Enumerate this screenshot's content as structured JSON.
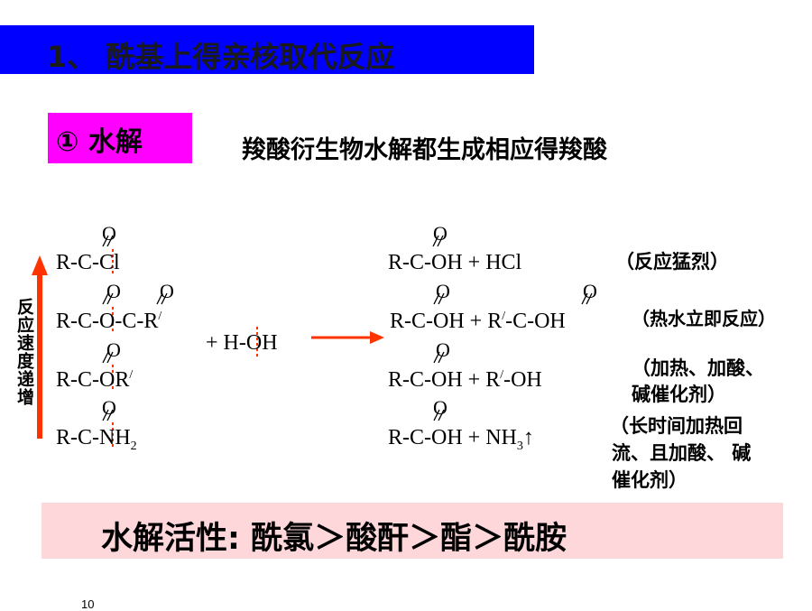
{
  "title": "1、  酰基上得亲核取代反应",
  "subtitle": {
    "label": "①  水解",
    "description": "羧酸衍生物水解都生成相应得羧酸"
  },
  "vertical_label": "反应速度递增",
  "oxygen": "O",
  "reactants": {
    "r1": "R-C-Cl",
    "r2_main": "R-C-O-C-R",
    "r2_prime": "/",
    "r3_main": "R-C-OR",
    "r3_prime": "/",
    "r4_main": "R-C-NH",
    "r4_sub": "2"
  },
  "reagent": "+  H-OH",
  "products": {
    "p1": "R-C-OH  +  HCl",
    "p2_a": "R-C-OH  +  R",
    "p2_prime": "/",
    "p2_b": "-C-OH",
    "p3_a": "R-C-OH  +  R",
    "p3_prime": "/",
    "p3_b": "-OH",
    "p4_a": "R-C-OH  +  NH",
    "p4_sub": "3",
    "p4_arrow": "↑"
  },
  "notes": {
    "n1": "（反应猛烈）",
    "n2": "（热水立即反应）",
    "n3_l1": "（加热、加酸、",
    "n3_l2": "碱催化剂）",
    "n4_l1": "（长时间加热回",
    "n4_l2": "流、且加酸、 碱",
    "n4_l3": "催化剂）"
  },
  "summary": "水解活性:    酰氯＞酸酐＞酯＞酰胺",
  "page_number": "10",
  "colors": {
    "title_bg": "#0000ff",
    "subtitle_bg": "#ff00ff",
    "summary_bg": "#fdd7d9",
    "arrow": "#ff3300",
    "dash": "#ff3300"
  }
}
